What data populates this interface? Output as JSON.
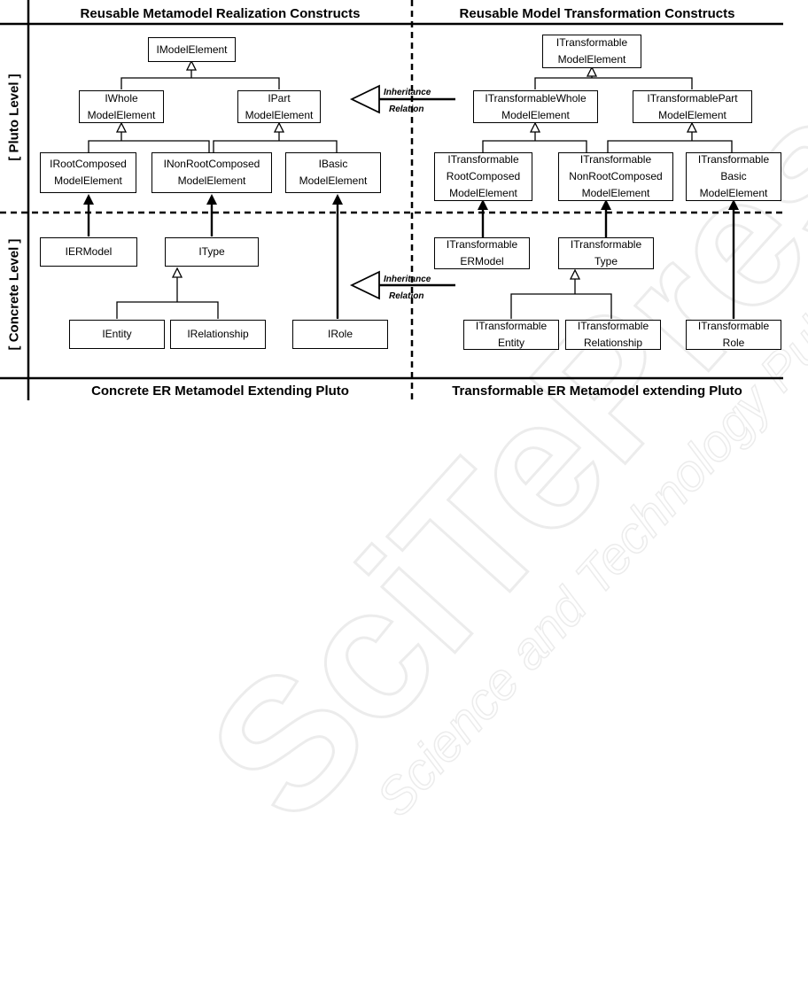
{
  "headers": {
    "top_left": "Reusable Metamodel Realization Constructs",
    "top_right": "Reusable Model Transformation Constructs",
    "bottom_left": "Concrete ER Metamodel Extending Pluto",
    "bottom_right": "Transformable ER Metamodel extending Pluto"
  },
  "row_labels": {
    "pluto": "[ Pluto Level ]",
    "concrete": "[ Concrete Level ]"
  },
  "inheritance": {
    "top": {
      "line1": "Inheritance",
      "line2": "Relation"
    },
    "bottom": {
      "line1": "Inheritance",
      "line2": "Relation"
    }
  },
  "boxes": {
    "imodelelement": {
      "l1": "IModelElement",
      "l2": ""
    },
    "iwhole": {
      "l1": "IWhole",
      "l2": "ModelElement"
    },
    "ipart": {
      "l1": "IPart",
      "l2": "ModelElement"
    },
    "irootcomposed": {
      "l1": "IRootComposed",
      "l2": "ModelElement"
    },
    "inonrootcomposed": {
      "l1": "INonRootComposed",
      "l2": "ModelElement"
    },
    "ibasic": {
      "l1": "IBasic",
      "l2": "ModelElement"
    },
    "iermodel": {
      "l1": "IERModel",
      "l2": ""
    },
    "itype": {
      "l1": "IType",
      "l2": ""
    },
    "ientity": {
      "l1": "IEntity",
      "l2": ""
    },
    "irelationship": {
      "l1": "IRelationship",
      "l2": ""
    },
    "irole": {
      "l1": "IRole",
      "l2": ""
    },
    "t_modelelement": {
      "l1": "ITransformable",
      "l2": "ModelElement",
      "l3": ""
    },
    "t_whole": {
      "l1": "ITransformableWhole",
      "l2": "ModelElement",
      "l3": ""
    },
    "t_part": {
      "l1": "ITransformablePart",
      "l2": "ModelElement",
      "l3": ""
    },
    "t_rootcomposed": {
      "l1": "ITransformable",
      "l2": "RootComposed",
      "l3": "ModelElement"
    },
    "t_nonrootcomposed": {
      "l1": "ITransformable",
      "l2": "NonRootComposed",
      "l3": "ModelElement"
    },
    "t_basic": {
      "l1": "ITransformable",
      "l2": "Basic",
      "l3": "ModelElement"
    },
    "t_ermodel": {
      "l1": "ITransformable",
      "l2": "ERModel",
      "l3": ""
    },
    "t_type": {
      "l1": "ITransformable",
      "l2": "Type",
      "l3": ""
    },
    "t_entity": {
      "l1": "ITransformable",
      "l2": "Entity",
      "l3": ""
    },
    "t_relationship": {
      "l1": "ITransformable",
      "l2": "Relationship",
      "l3": ""
    },
    "t_role": {
      "l1": "ITransformable",
      "l2": "Role",
      "l3": ""
    }
  },
  "watermark": {
    "line1": "SciTePress",
    "line2": "Science and Technology Publications"
  }
}
